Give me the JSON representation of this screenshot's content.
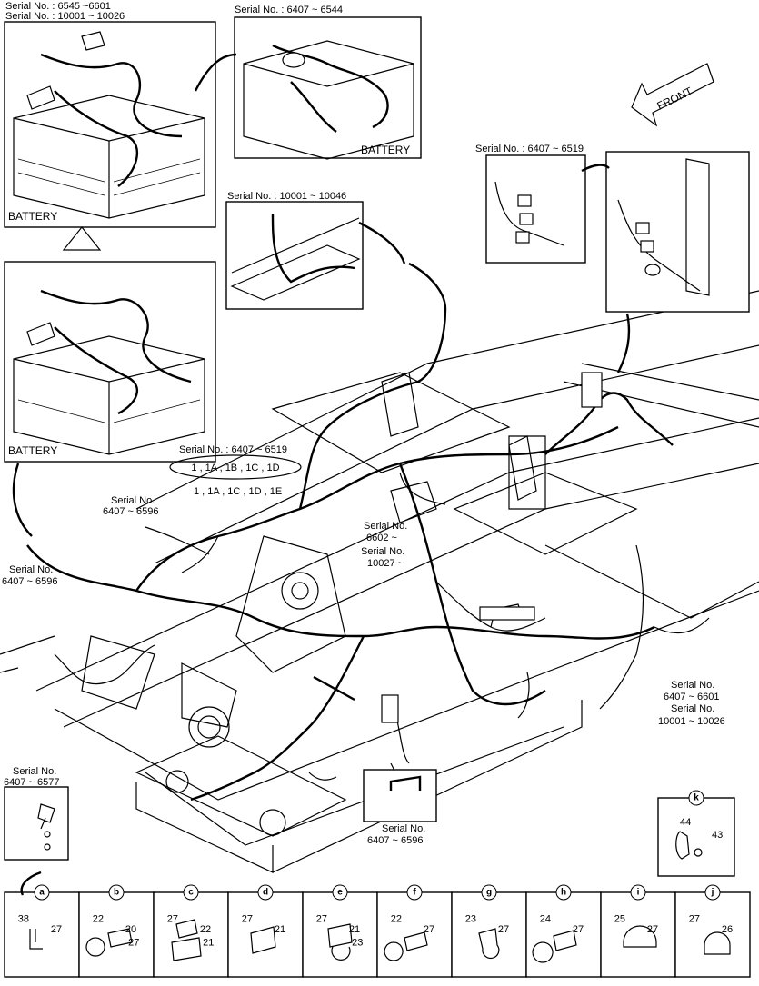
{
  "figure": {
    "insets": {
      "battery_top": {
        "serial": [
          "Serial No. : 6545 ~6601",
          "Serial No. : 10001 ~ 10026"
        ],
        "label": "BATTERY"
      },
      "battery_mid": {
        "label": "BATTERY"
      },
      "battery_right": {
        "serial": [
          "Serial No. : 6407 ~ 6544"
        ],
        "label": "BATTERY"
      },
      "harness_center": {
        "serial": [
          "Serial No. : 10001 ~ 10046"
        ]
      },
      "connector_pair": {
        "serial": [
          "Serial No. : 6407 ~ 6519"
        ]
      },
      "clip_bottom": {
        "serial": [
          "Serial No.",
          "6407 ~ 6596"
        ]
      },
      "relay_left": {
        "serial": [
          "Serial No.",
          "6407 ~ 6577"
        ]
      }
    },
    "front_label": "FRONT",
    "callouts": {
      "serial_6407_6519": "Serial No. : 6407 ~ 6519",
      "version_a": "1 , 1A , 1B , 1C , 1D",
      "version_b": "1 , 1A , 1C , 1D , 1E",
      "serial_6407_6596_a": [
        "Serial No.",
        "6407 ~ 6596"
      ],
      "serial_6407_6596_b": [
        "Serial No.",
        "6407 ~ 6596"
      ],
      "serial_6602": [
        "Serial No.",
        "6602 ~",
        "Serial No.",
        "10027 ~"
      ],
      "serial_6407_6601": [
        "Serial No.",
        "6407 ~ 6601",
        "Serial No.",
        "10001 ~ 10026"
      ]
    },
    "clamp_legend": [
      {
        "letter": "a",
        "parts": [
          "38",
          "27"
        ]
      },
      {
        "letter": "b",
        "parts": [
          "22",
          "20",
          "27"
        ]
      },
      {
        "letter": "c",
        "parts": [
          "27",
          "22",
          "21"
        ]
      },
      {
        "letter": "d",
        "parts": [
          "27",
          "21"
        ]
      },
      {
        "letter": "e",
        "parts": [
          "27",
          "21",
          "23"
        ]
      },
      {
        "letter": "f",
        "parts": [
          "22",
          "27"
        ]
      },
      {
        "letter": "g",
        "parts": [
          "23",
          "27"
        ]
      },
      {
        "letter": "h",
        "parts": [
          "24",
          "27"
        ]
      },
      {
        "letter": "i",
        "parts": [
          "25",
          "27"
        ]
      },
      {
        "letter": "j",
        "parts": [
          "27",
          "26"
        ]
      }
    ],
    "detail_k": {
      "letter": "k",
      "parts": [
        "44",
        "43"
      ]
    }
  }
}
